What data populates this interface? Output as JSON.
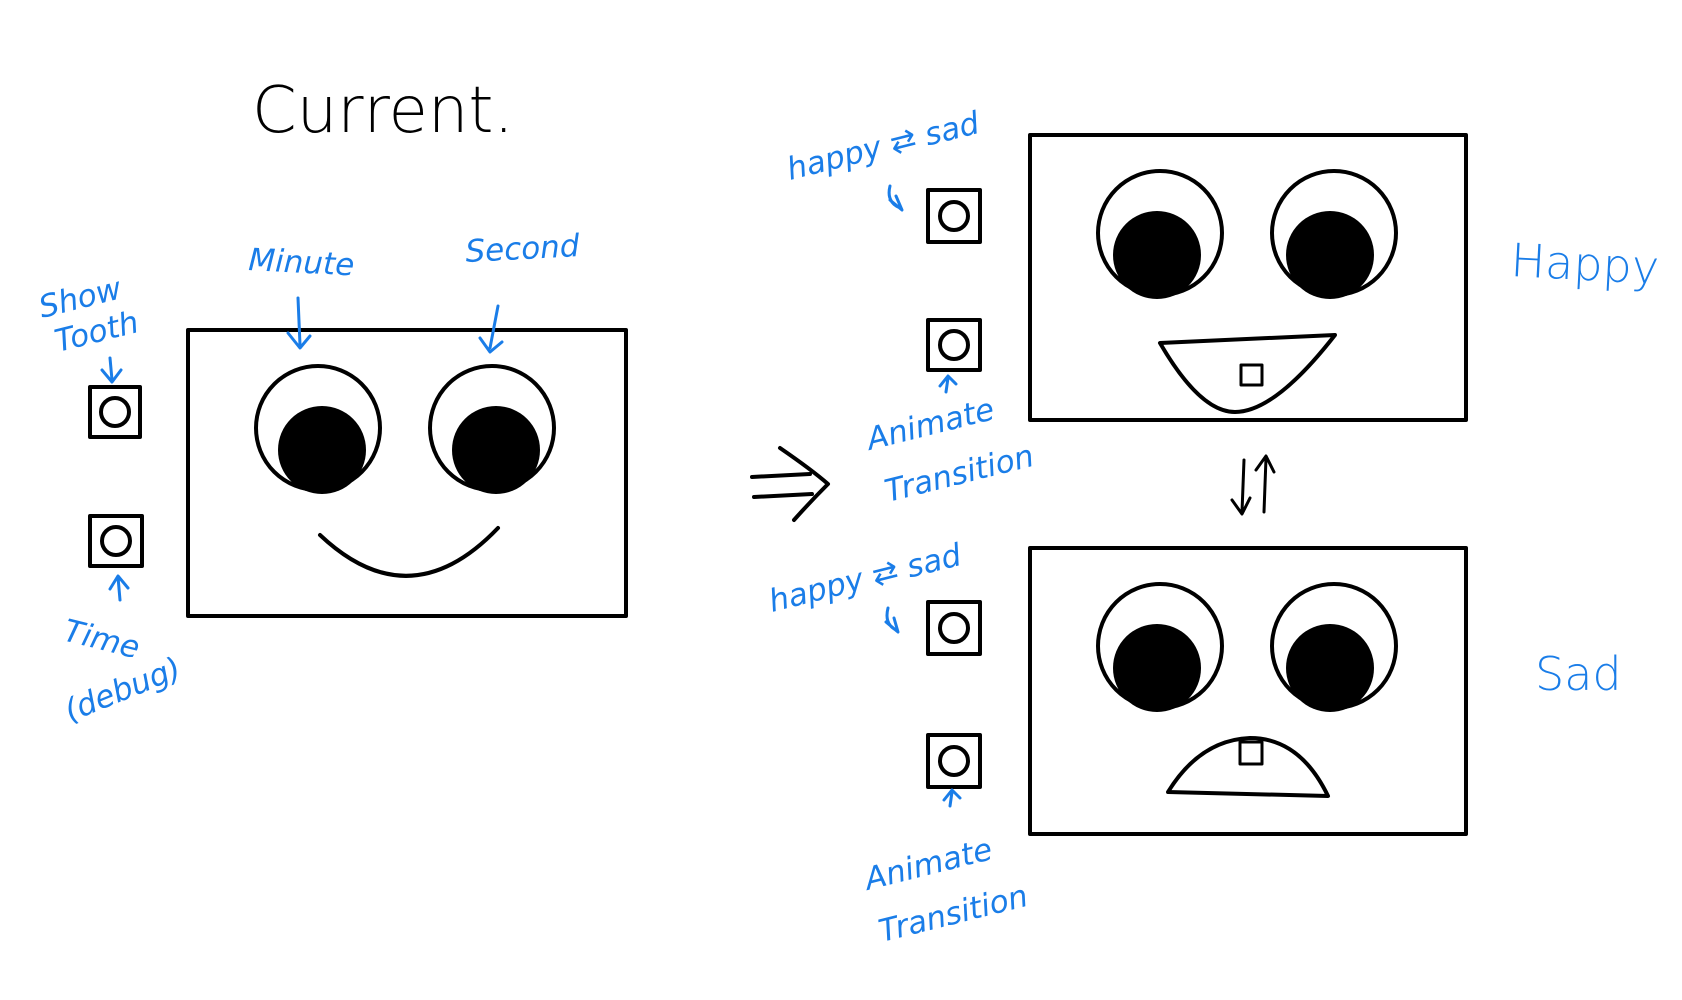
{
  "title": "Current.",
  "current": {
    "labels": {
      "minute": "Minute",
      "second": "Second",
      "show_tooth_line1": "Show",
      "show_tooth_line2": "Tooth",
      "time_line1": "Time",
      "time_line2": "(debug)"
    }
  },
  "proposed": {
    "toggle_label": "happy ⇄ sad",
    "animate_line1": "Animate",
    "animate_line2": "Transition",
    "happy_label": "Happy",
    "sad_label": "Sad"
  },
  "icons": {
    "transition_arrow": "double-right-arrow-icon",
    "swap_arrows": "up-down-arrows-icon",
    "button": "circle-button-icon"
  },
  "colors": {
    "ink": "#000000",
    "annotation": "#1a7de8"
  }
}
